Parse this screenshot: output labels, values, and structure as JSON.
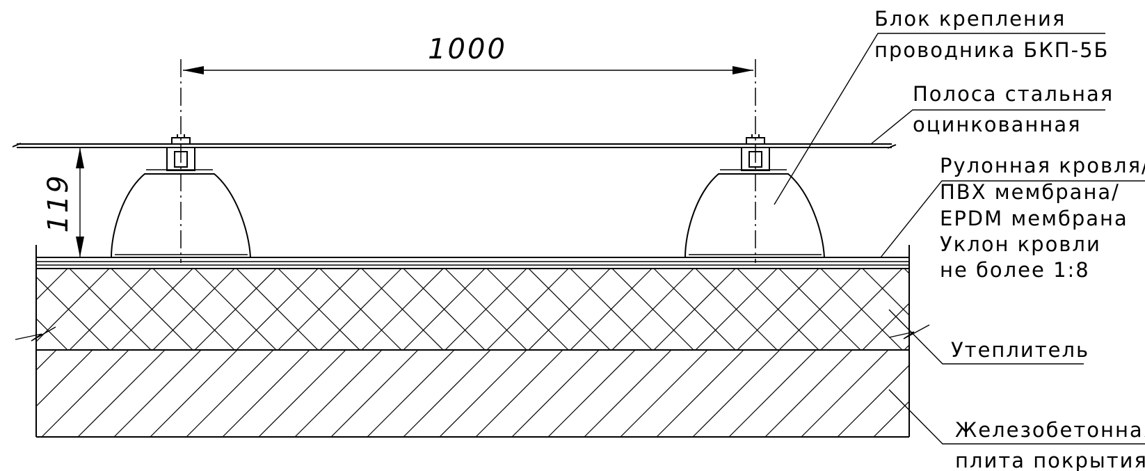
{
  "dimensions": {
    "spacing": "1000",
    "height": "119"
  },
  "labels": {
    "fastener_block": [
      "Блок крепления",
      "проводника БКП-5Б"
    ],
    "steel_strip": [
      "Полоса стальная",
      "оцинкованная"
    ],
    "roofing": [
      "Рулонная кровля/",
      "ПВХ мембрана/",
      "EPDM мембрана",
      "Уклон кровли",
      "не более 1:8"
    ],
    "insulation": [
      "Утеплитель"
    ],
    "concrete_slab": [
      "Железобетонная",
      "плита покрытия"
    ]
  }
}
